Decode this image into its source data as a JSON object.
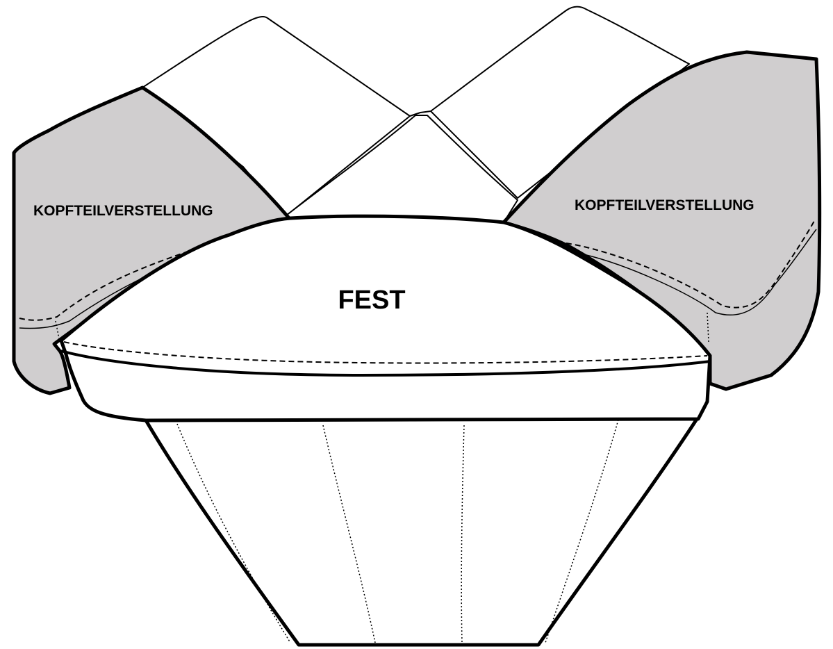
{
  "labels": {
    "left_section": "KOPFTEILVERSTELLUNG",
    "right_section": "KOPFTEILVERSTELLUNG",
    "center_section": "FEST"
  },
  "colors": {
    "adjustable_fill": "#d0cecf",
    "fixed_fill": "#ffffff",
    "outline": "#000000"
  }
}
